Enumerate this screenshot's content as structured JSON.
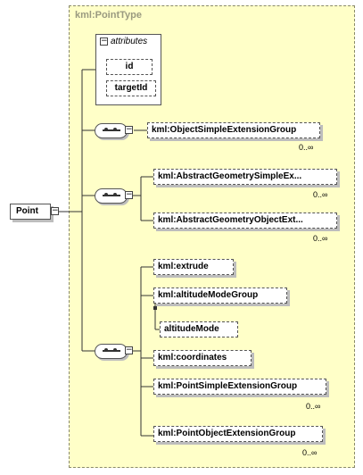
{
  "type_title": "kml:PointType",
  "attributes": {
    "title": "attributes",
    "items": [
      "id",
      "targetId"
    ]
  },
  "root": "Point",
  "groups": {
    "g1": {
      "elements": [
        "kml:ObjectSimpleExtensionGroup"
      ],
      "cardinality": "0..∞"
    },
    "g2": {
      "elements": [
        "kml:AbstractGeometrySimpleEx...",
        "kml:AbstractGeometryObjectExt..."
      ],
      "cardinalities": [
        "0..∞",
        "0..∞"
      ]
    },
    "g3": {
      "elements": [
        "kml:extrude",
        "kml:altitudeModeGroup",
        "altitudeMode",
        "kml:coordinates",
        "kml:PointSimpleExtensionGroup",
        "kml:PointObjectExtensionGroup"
      ],
      "cardinalities": [
        "0..∞",
        "0..∞"
      ]
    }
  }
}
